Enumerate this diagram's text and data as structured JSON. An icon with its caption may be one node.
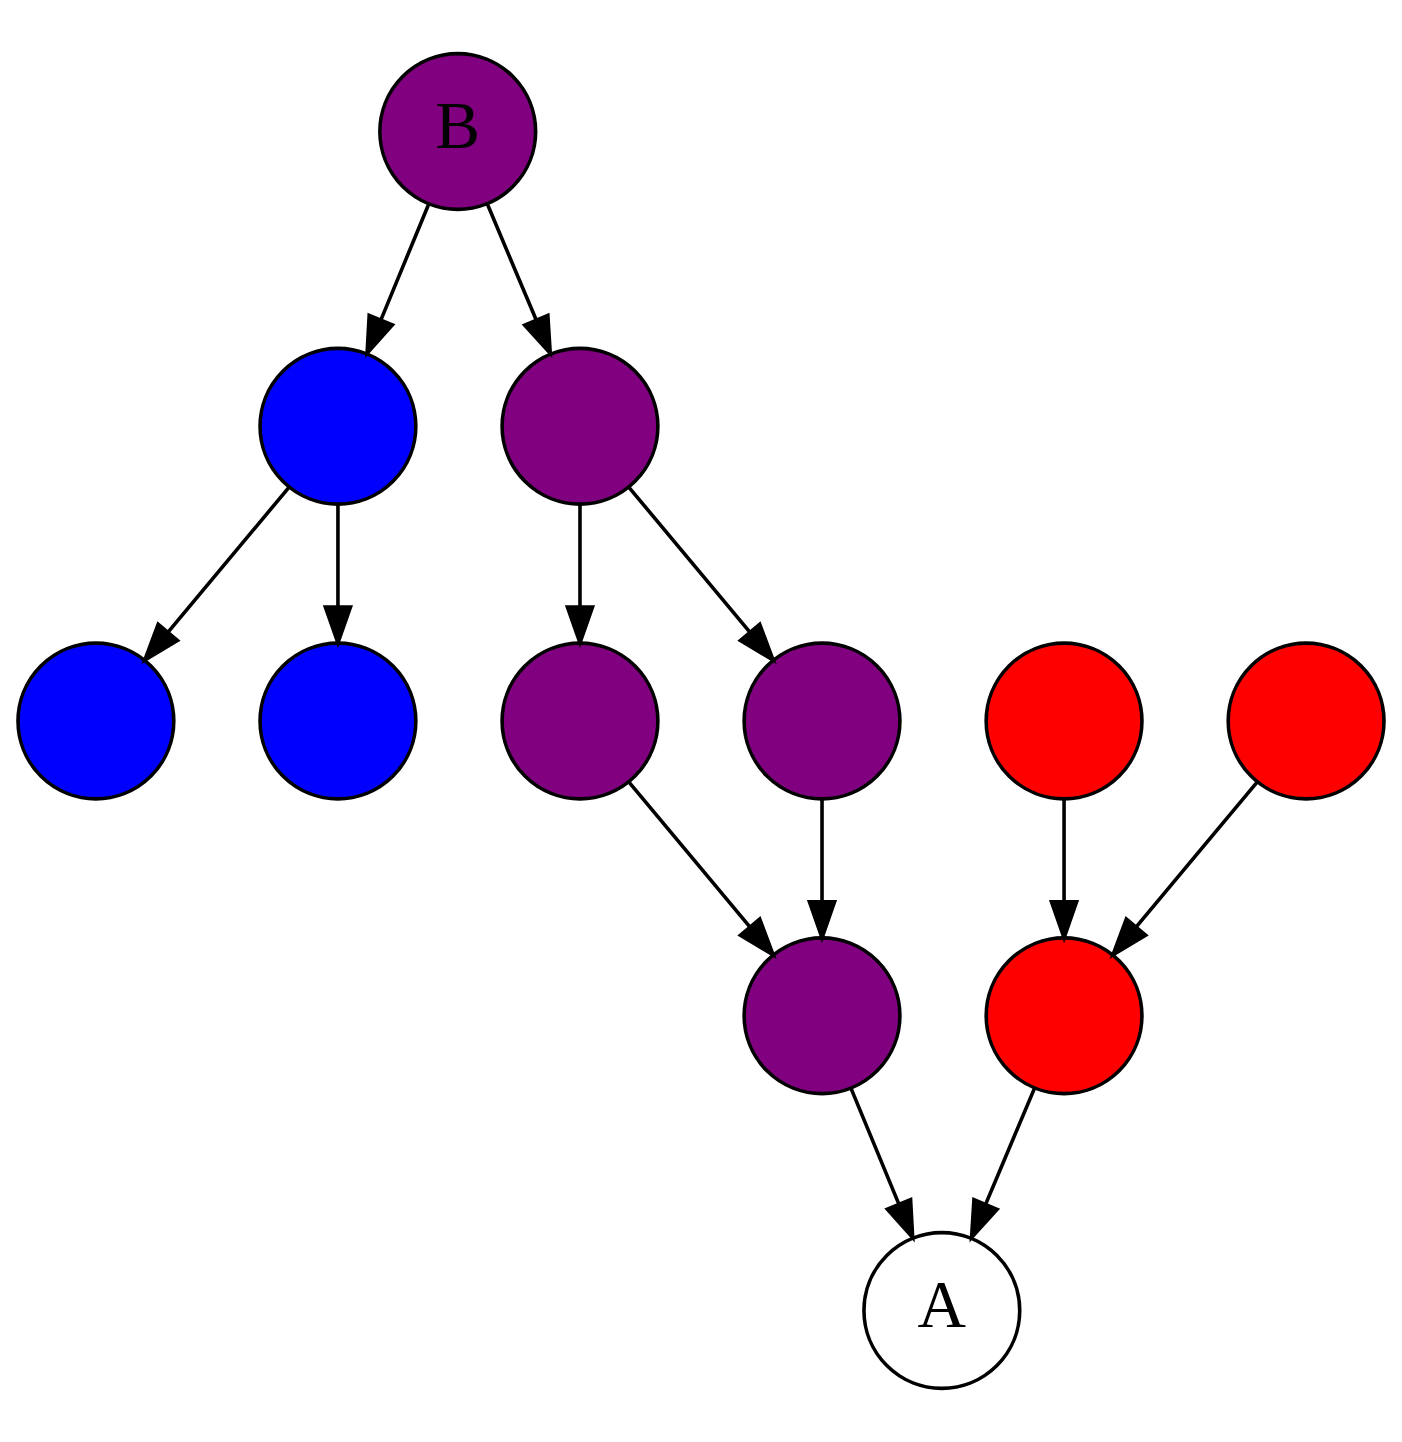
{
  "diagram": {
    "nodes": [
      {
        "text": [
          "B"
        ]
      },
      {
        "text": [],
        "shape": "circle"
      },
      {
        "text": [],
        "shape": "circle"
      },
      {
        "text": [],
        "shape": "circle"
      },
      {
        "text": [],
        "shape": "circle"
      },
      {
        "text": [],
        "shape": "circle"
      },
      {
        "text": [],
        "shape": "circle"
      },
      {
        "text": [],
        "shape": "circle"
      },
      {
        "text": [],
        "shape": "circle"
      },
      {
        "text": [],
        "shape": "circle"
      },
      {
        "text": [],
        "shape": "circle"
      },
      {
        "text": [
          "A"
        ]
      }
    ],
    "edges": [
      {
        "from": 0,
        "to": 1,
        "arrow": "to"
      },
      {
        "from": 0,
        "to": 2,
        "arrow": "to"
      },
      {
        "from": 1,
        "to": 3,
        "arrow": "to"
      },
      {
        "from": 1,
        "to": 4,
        "arrow": "to"
      },
      {
        "from": 2,
        "to": 5,
        "arrow": "to"
      },
      {
        "from": 2,
        "to": 6,
        "arrow": "to"
      },
      {
        "from": 5,
        "to": 9,
        "arrow": "to"
      },
      {
        "from": 6,
        "to": 9,
        "arrow": "to"
      },
      {
        "from": 7,
        "to": 10,
        "arrow": "to"
      },
      {
        "from": 8,
        "to": 10,
        "arrow": "to"
      },
      {
        "from": 9,
        "to": 11,
        "arrow": "to"
      },
      {
        "from": 10,
        "to": 11,
        "arrow": "to"
      }
    ]
  }
}
